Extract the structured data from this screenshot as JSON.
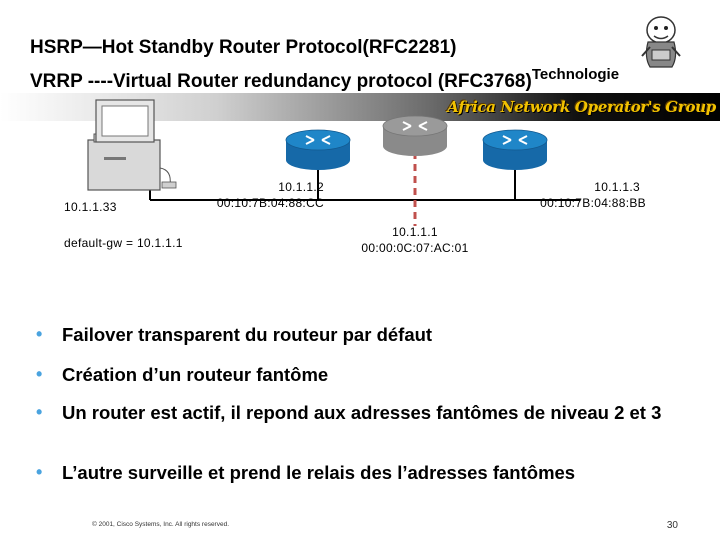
{
  "title": {
    "line1": "HSRP—Hot Standby Router Protocol(RFC2281)",
    "line2": "VRRP ----Virtual Router redundancy protocol (RFC3768)",
    "line2_super": "Technologie"
  },
  "banner": {
    "text": "Africa Network Operator's Group"
  },
  "diagram": {
    "host": {
      "ip": "10.1.1.33",
      "gateway": "default-gw = 10.1.1.1"
    },
    "router_left": {
      "ip": "10.1.1.2",
      "mac": "00:10:7B:04:88:CC",
      "color": "#1f86c8"
    },
    "router_right": {
      "ip": "10.1.1.3",
      "mac": "00:10:7B:04:88:BB",
      "color": "#1f86c8"
    },
    "router_virtual": {
      "ip": "10.1.1.1",
      "mac": "00:00:0C:07:AC:01",
      "color": "#9a9a9a"
    },
    "link_color": "#c0504d"
  },
  "bullets": [
    "Failover transparent du routeur par défaut",
    "Création d’un routeur fantôme",
    "Un router est actif, il repond aux adresses fantômes de niveau 2 et 3",
    "L’autre surveille et prend le relais des l’adresses fantômes"
  ],
  "footer": {
    "copyright": "© 2001, Cisco Systems, Inc. All rights reserved.",
    "page": "30"
  },
  "colors": {
    "bullet_dot": "#4aa3df",
    "banner_text": "#f2c200"
  }
}
